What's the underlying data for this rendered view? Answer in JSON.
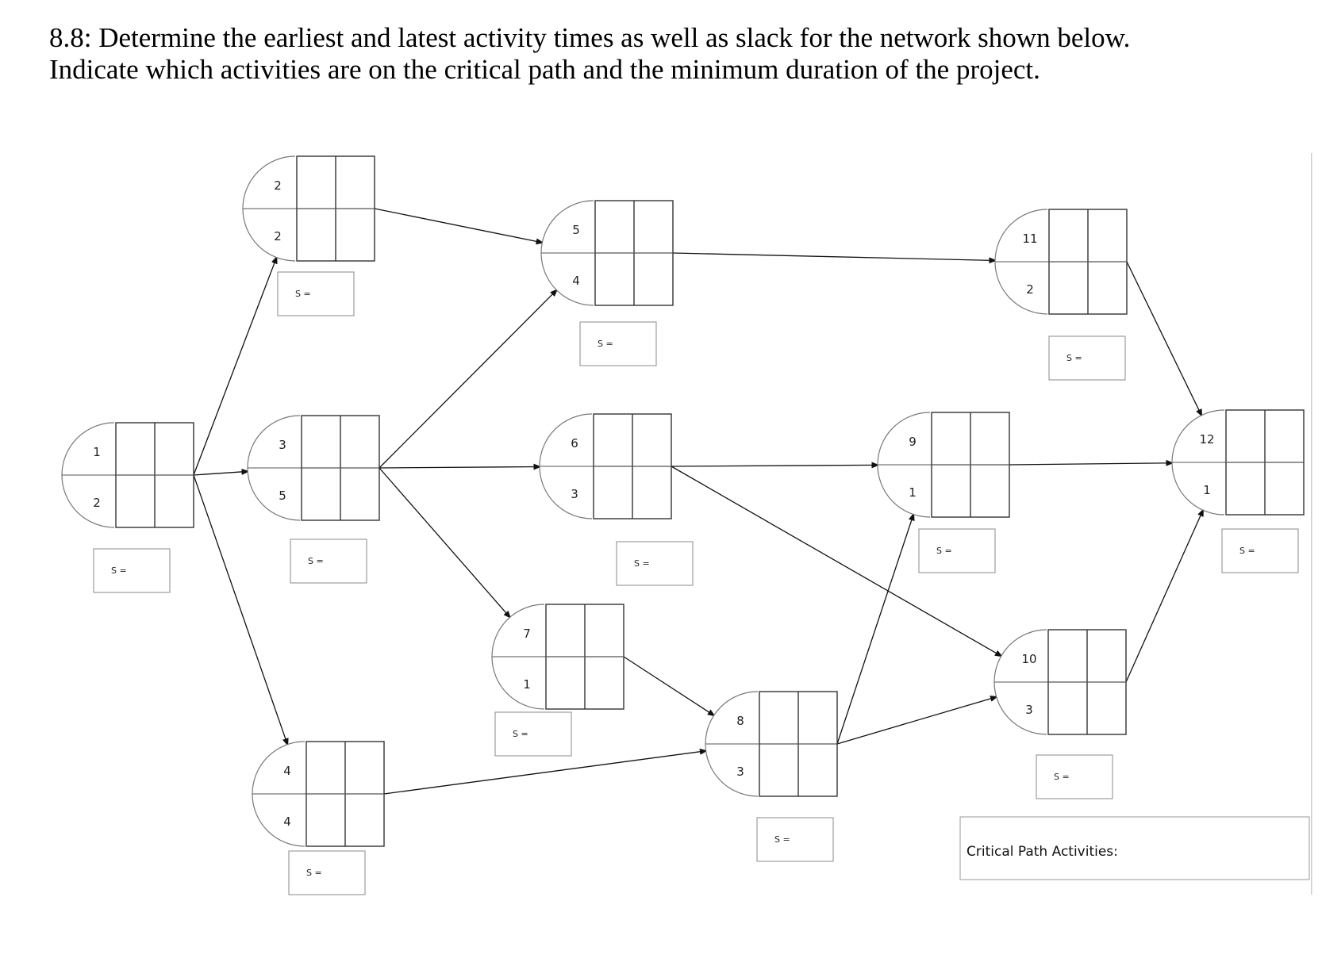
{
  "question": {
    "line1": "8.8: Determine the earliest and latest activity times as well as slack for the network shown below.",
    "line2": "Indicate which activities are on the critical path and the minimum duration of the project."
  },
  "nodes": [
    {
      "id": "1",
      "activity": "1",
      "duration": "2",
      "slack_label": "S ="
    },
    {
      "id": "2",
      "activity": "2",
      "duration": "2",
      "slack_label": "S ="
    },
    {
      "id": "3",
      "activity": "3",
      "duration": "5",
      "slack_label": "S ="
    },
    {
      "id": "4",
      "activity": "4",
      "duration": "4",
      "slack_label": "S ="
    },
    {
      "id": "5",
      "activity": "5",
      "duration": "4",
      "slack_label": "S ="
    },
    {
      "id": "6",
      "activity": "6",
      "duration": "3",
      "slack_label": "S ="
    },
    {
      "id": "7",
      "activity": "7",
      "duration": "1",
      "slack_label": "S ="
    },
    {
      "id": "8",
      "activity": "8",
      "duration": "3",
      "slack_label": "S ="
    },
    {
      "id": "9",
      "activity": "9",
      "duration": "1",
      "slack_label": "S ="
    },
    {
      "id": "10",
      "activity": "10",
      "duration": "3",
      "slack_label": "S ="
    },
    {
      "id": "11",
      "activity": "11",
      "duration": "2",
      "slack_label": "S ="
    },
    {
      "id": "12",
      "activity": "12",
      "duration": "1",
      "slack_label": "S ="
    }
  ],
  "edges": [
    [
      "1",
      "2"
    ],
    [
      "1",
      "3"
    ],
    [
      "1",
      "4"
    ],
    [
      "2",
      "5"
    ],
    [
      "3",
      "5"
    ],
    [
      "3",
      "6"
    ],
    [
      "3",
      "7"
    ],
    [
      "4",
      "8"
    ],
    [
      "7",
      "8"
    ],
    [
      "5",
      "11"
    ],
    [
      "6",
      "9"
    ],
    [
      "6",
      "10"
    ],
    [
      "8",
      "9"
    ],
    [
      "8",
      "10"
    ],
    [
      "9",
      "12"
    ],
    [
      "10",
      "12"
    ],
    [
      "11",
      "12"
    ]
  ],
  "critical_path_label": "Critical Path Activities:"
}
